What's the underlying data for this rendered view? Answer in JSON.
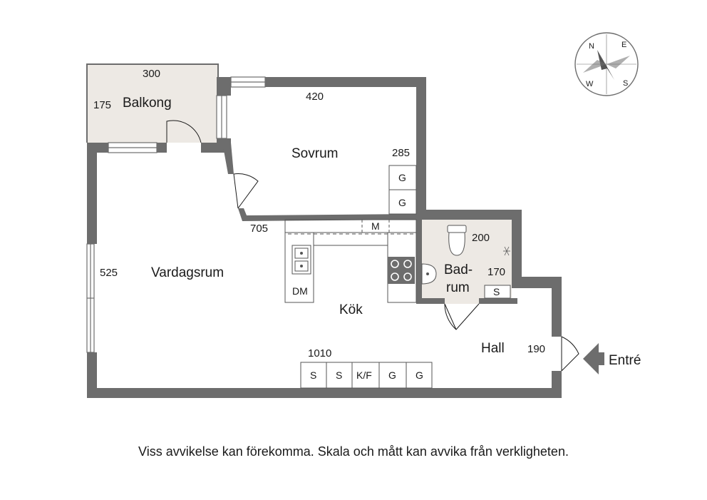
{
  "rooms": {
    "balkong": "Balkong",
    "sovrum": "Sovrum",
    "vardagsrum": "Vardagsrum",
    "kok": "Kök",
    "badrum_line1": "Bad-",
    "badrum_line2": "rum",
    "hall": "Hall"
  },
  "dimensions": {
    "balkong_width": "300",
    "balkong_depth": "175",
    "sovrum_width": "420",
    "sovrum_depth": "285",
    "vardagsrum_depth": "525",
    "kok_width": "705",
    "badrum_width": "200",
    "badrum_depth": "170",
    "hall_depth": "190",
    "total_width": "1010"
  },
  "fixtures": {
    "wardrobe_g": "G",
    "microwave": "M",
    "dishwasher": "DM",
    "wardrobe_s": "S",
    "fridge_freezer": "K/F"
  },
  "entrance": "Entré",
  "compass": {
    "n": "N",
    "e": "E",
    "s": "S",
    "w": "W"
  },
  "colors": {
    "wall": "#6d6d6d",
    "balcony_floor": "#ede9e4",
    "bath_floor": "#ede9e4"
  },
  "disclaimer": "Viss avvikelse kan förekomma. Skala och mått kan avvika från verkligheten."
}
